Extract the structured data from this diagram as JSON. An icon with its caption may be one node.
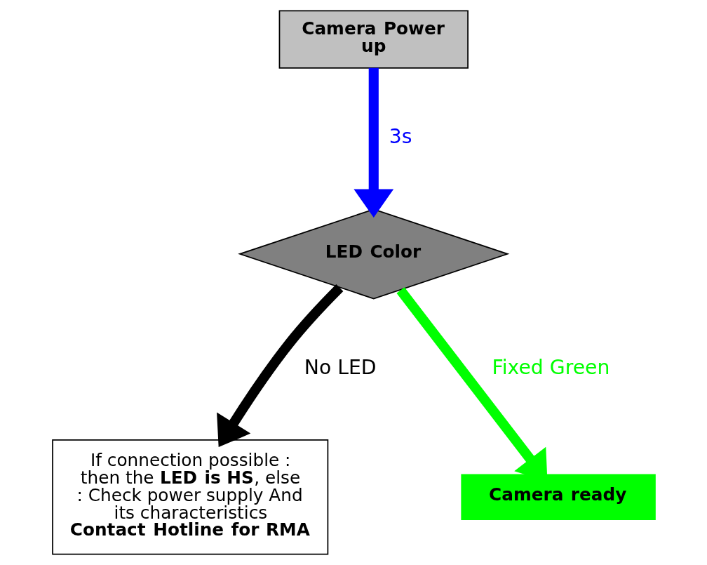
{
  "diagram": {
    "nodes": [
      {
        "text": [
          "Camera Power up"
        ]
      },
      {
        "text": [
          "LED Color"
        ]
      },
      {
        "text": [
          "If connection possible : then the **LED is HS**, else : Check power supply And its characteristics **Contact Hotline for RMA**"
        ]
      },
      {
        "text": [
          "Camera ready"
        ]
      }
    ],
    "edges": [
      {
        "from": 0,
        "to": 1,
        "arrow": "to",
        "label": "3s",
        "color": "#0000ff"
      },
      {
        "from": 1,
        "to": 2,
        "arrow": "to",
        "label": "No LED",
        "color": "#000000"
      },
      {
        "from": 1,
        "to": 3,
        "arrow": "to",
        "label": "Fixed Green",
        "color": "#00ff00"
      }
    ]
  }
}
